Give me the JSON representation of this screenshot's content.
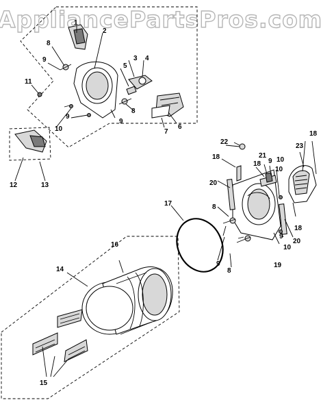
{
  "watermark": "AppliancePartsPros.com",
  "callouts": {
    "c1": "1",
    "c2": "2",
    "c3": "3",
    "c4": "4",
    "c5": "5",
    "c6": "6",
    "c7": "7",
    "c8a": "8",
    "c8b": "8",
    "c8c": "8",
    "c8d": "8",
    "c9a": "9",
    "c9b": "9",
    "c9c": "9",
    "c9d": "9",
    "c9e": "9",
    "c9f": "9",
    "c10a": "10",
    "c10b": "10",
    "c10c": "10",
    "c10d": "10",
    "c11": "11",
    "c12": "12",
    "c13": "13",
    "c14": "14",
    "c15": "15",
    "c16": "16",
    "c17": "17",
    "c18a": "18",
    "c18b": "18",
    "c18c": "18",
    "c18d": "18",
    "c19": "19",
    "c20a": "20",
    "c20b": "20",
    "c21": "21",
    "c22": "22",
    "c23": "23"
  }
}
